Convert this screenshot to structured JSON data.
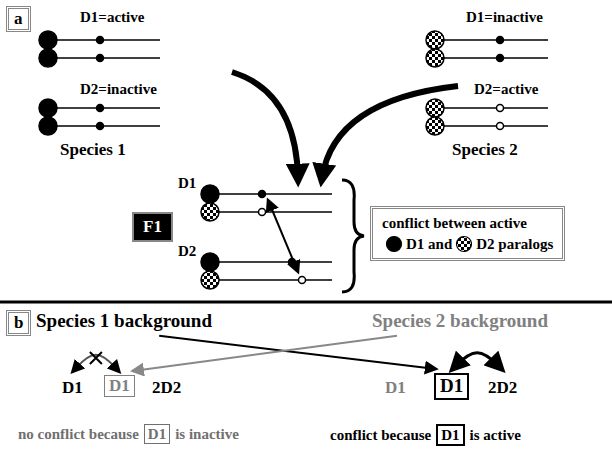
{
  "diagram": {
    "nodes": [
      {
        "text": [
          "a"
        ]
      },
      {
        "text": [
          "F1"
        ]
      },
      {
        "text": [
          "conflict between active",
          "D1 and",
          "D2 paralogs"
        ]
      },
      {
        "text": [
          "b"
        ]
      },
      {
        "text": [
          "D1"
        ]
      },
      {
        "text": [
          "D1"
        ]
      },
      {
        "text": [
          "D1"
        ]
      },
      {
        "text": [
          "D1"
        ]
      }
    ],
    "labels": [
      "D1=active",
      "D2=inactive",
      "Species 1",
      "D1=inactive",
      "D2=active",
      "Species 2",
      "D1",
      "D2",
      "Species 1 background",
      "Species 2 background",
      "D1",
      "2D2",
      "no conflict because",
      "is inactive",
      "D1",
      "2D2",
      "conflict because",
      "is active"
    ]
  }
}
